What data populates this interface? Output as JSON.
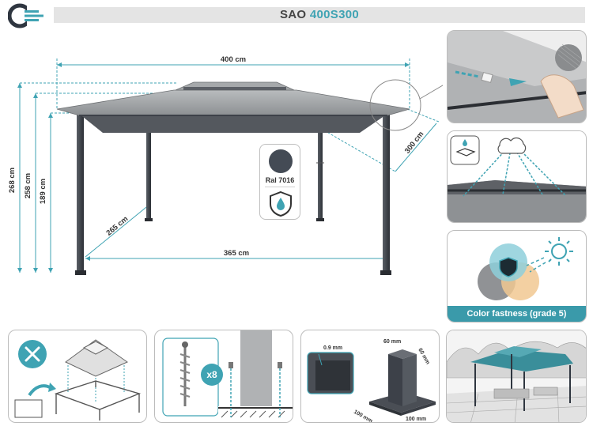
{
  "header": {
    "brand_icon": "ce-logo-icon",
    "product_name": "SAO",
    "product_code": "400S300"
  },
  "dimensions": {
    "width_top": "400 cm",
    "width_bottom": "365 cm",
    "depth_top": "300 cm",
    "depth_bottom": "265 cm",
    "height_total": "268 cm",
    "height_mid": "258 cm",
    "height_low": "189 cm"
  },
  "color_card": {
    "label": "Ral 7016",
    "swatch_color": "#444b55",
    "icon": "water-shield-icon"
  },
  "color_fastness": {
    "label": "Color fastness (grade 5)"
  },
  "anchor_kit": {
    "count": "x8"
  },
  "post_profile": {
    "thickness": "0.9 mm",
    "post_w": "60 mm",
    "post_d": "60 mm",
    "base_w": "100 mm",
    "base_d": "100 mm"
  },
  "colors": {
    "accent": "#3fa3b3",
    "frame": "#3d4149",
    "canopy": "#9a9d9f"
  }
}
